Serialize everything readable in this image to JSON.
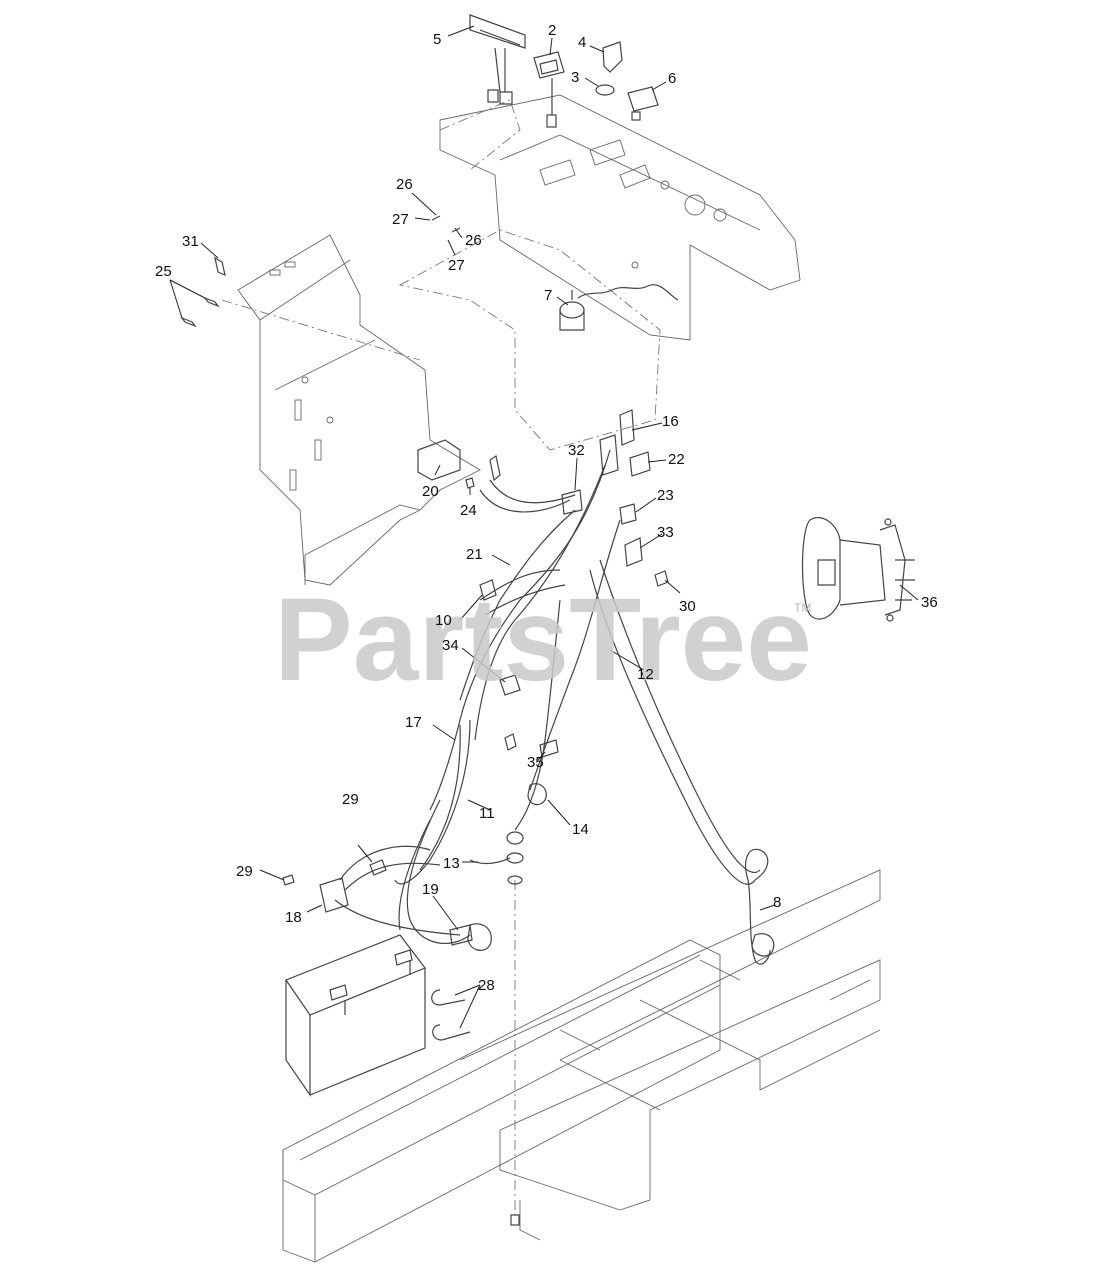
{
  "watermark": {
    "text": "PartsTree",
    "trademark": "TM"
  },
  "callouts": [
    {
      "id": "c5",
      "text": "5"
    },
    {
      "id": "c2",
      "text": "2"
    },
    {
      "id": "c4",
      "text": "4"
    },
    {
      "id": "c3",
      "text": "3"
    },
    {
      "id": "c6",
      "text": "6"
    },
    {
      "id": "c26a",
      "text": "26"
    },
    {
      "id": "c27a",
      "text": "27"
    },
    {
      "id": "c26b",
      "text": "26"
    },
    {
      "id": "c27b",
      "text": "27"
    },
    {
      "id": "c31",
      "text": "31"
    },
    {
      "id": "c25",
      "text": "25"
    },
    {
      "id": "c7",
      "text": "7"
    },
    {
      "id": "c16",
      "text": "16"
    },
    {
      "id": "c32",
      "text": "32"
    },
    {
      "id": "c22",
      "text": "22"
    },
    {
      "id": "c20",
      "text": "20"
    },
    {
      "id": "c24",
      "text": "24"
    },
    {
      "id": "c23",
      "text": "23"
    },
    {
      "id": "c33",
      "text": "33"
    },
    {
      "id": "c21",
      "text": "21"
    },
    {
      "id": "c30",
      "text": "30"
    },
    {
      "id": "c36",
      "text": "36"
    },
    {
      "id": "c10",
      "text": "10"
    },
    {
      "id": "c34",
      "text": "34"
    },
    {
      "id": "c12",
      "text": "12"
    },
    {
      "id": "c17",
      "text": "17"
    },
    {
      "id": "c35",
      "text": "35"
    },
    {
      "id": "c29a",
      "text": "29"
    },
    {
      "id": "c11",
      "text": "11"
    },
    {
      "id": "c14",
      "text": "14"
    },
    {
      "id": "c13",
      "text": "13"
    },
    {
      "id": "c29b",
      "text": "29"
    },
    {
      "id": "c19",
      "text": "19"
    },
    {
      "id": "c8",
      "text": "8"
    },
    {
      "id": "c18",
      "text": "18"
    },
    {
      "id": "c28",
      "text": "28"
    }
  ]
}
